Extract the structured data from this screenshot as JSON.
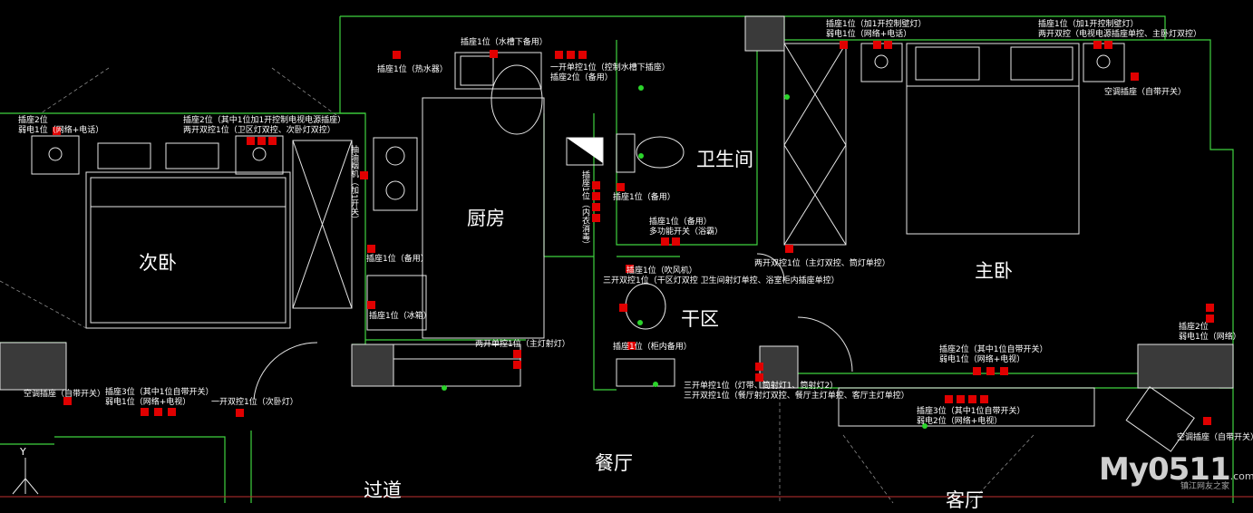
{
  "rooms": {
    "kitchen": "厨房",
    "bathroom": "卫生间",
    "secondary_bedroom": "次卧",
    "dry_area": "干区",
    "master_bedroom": "主卧",
    "dining": "餐厅",
    "corridor": "过道",
    "living": "客厅"
  },
  "labels": {
    "l1": "插座1位（水槽下备用）",
    "l2": "插座1位（热水器）",
    "l3": "一开单控1位（控制水槽下插座）",
    "l4": "插座2位（备用）",
    "l5a": "插座2位（其中1位加1开控制电视电源插座）",
    "l5b": "两开双控1位（卫区灯双控、次卧灯双控）",
    "l6a": "插座2位",
    "l6b": "弱电1位（网络+电话）",
    "l7a": "插座1位（加1开控制壁灯）",
    "l7b": "弱电1位（网络+电话）",
    "l8a": "插座1位（加1开控制壁灯）",
    "l8b": "两开双控（电视电源插座单控、主卧灯双控）",
    "l9": "空调插座（自带开关）",
    "l10": "插座1位（备用）",
    "l11a": "插座1位（备用）",
    "l11b": "多功能开关（浴霸）",
    "l12": "两开双控1位（主灯双控、筒灯单控）",
    "l13": "插座1位（备用）",
    "l14": "插座1位（冰箱）",
    "l15a": "插座1位（吹风机）",
    "l15b": "三开双控1位（干区灯双控 卫生间射灯单控、浴室柜内插座单控）",
    "l16": "插座1位（柜内备用）",
    "l17": "两开单控1位（主灯射灯）",
    "l18a": "插座2位（其中1位自带开关）",
    "l18b": "弱电1位（网络+电视）",
    "l19a": "插座2位",
    "l19b": "弱电1位（网络）",
    "l20a": "三开单控1位（灯带、筒射灯1、筒射灯2）",
    "l20b": "三开双控1位（餐厅射灯双控、餐厅主灯单控、客厅主灯单控）",
    "l21a": "插座3位（其中1位自带开关）",
    "l21b": "弱电2位（网络+电视）",
    "l22": "空调插座（自带开关）",
    "l23": "空调插座（自带开关）",
    "l24a": "插座3位（其中1位自带开关）",
    "l24b": "弱电1位（网络+电视）",
    "l25": "一开双控1位（次卧灯）",
    "v1": "抽油烟机（加1开关）",
    "v2": "插座1位（内衣消毒）"
  },
  "axis": {
    "y": "Y"
  },
  "watermark": {
    "brand": "My0511",
    "suffix": ".com",
    "sub": "镇江网友之家"
  },
  "colors": {
    "wall": "#3fd23f",
    "socket": "#e00000",
    "furniture": "#e6e6e6",
    "background": "#000000"
  }
}
